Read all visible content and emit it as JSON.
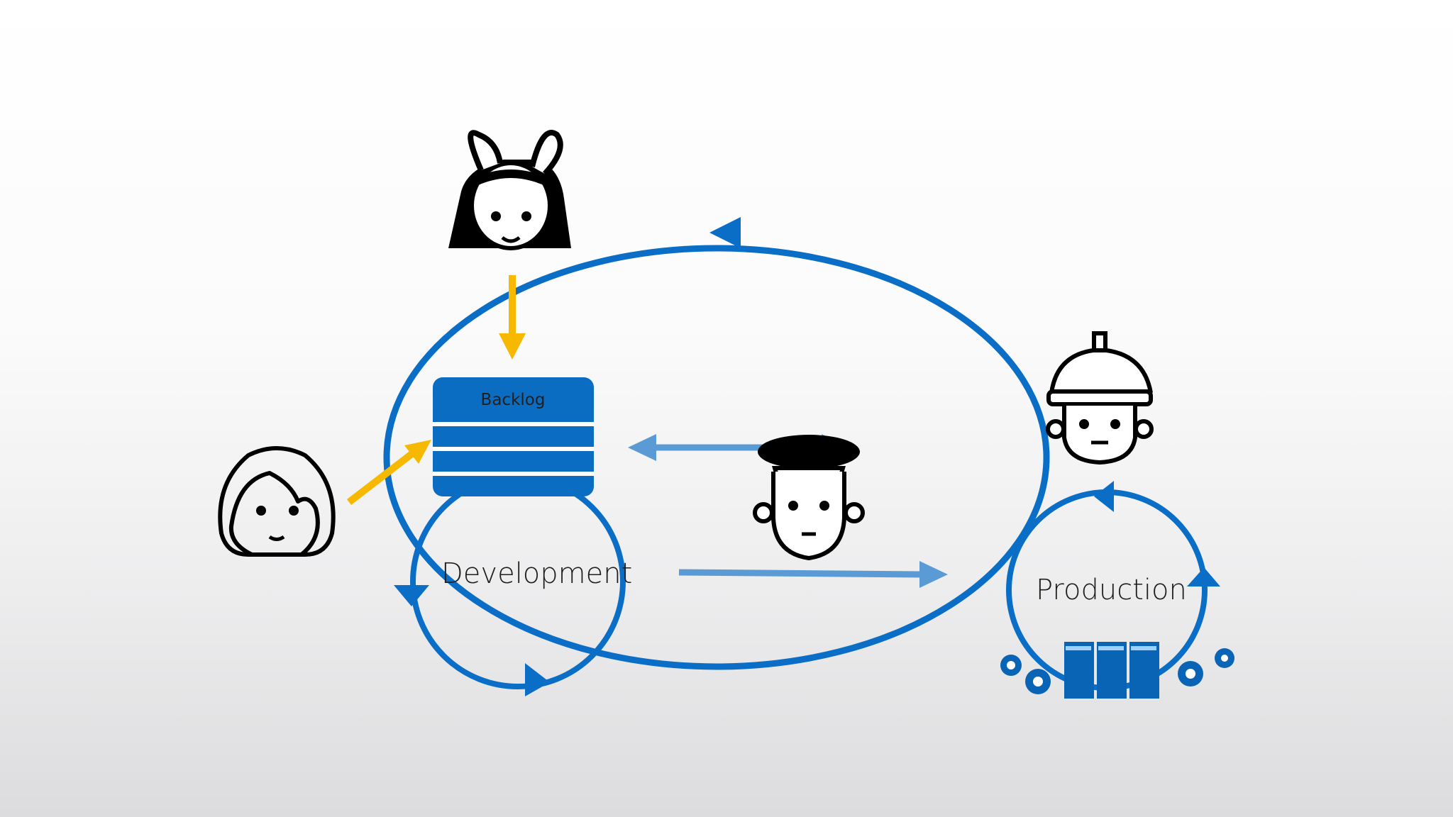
{
  "backlog": {
    "label": "Backlog"
  },
  "development": {
    "label": "Development"
  },
  "production": {
    "label": "Production"
  },
  "colors": {
    "cycle_blue": "#0a6ec6",
    "light_blue": "#5b9bd5",
    "backlog_blue": "#0a6dc2",
    "yellow": "#f7b900",
    "server_blue": "#0a64b5"
  },
  "icons": [
    "business-owner-bunny-ears-icon",
    "stakeholder-woman-icon",
    "security-officer-icon",
    "operations-engineer-hardhat-icon",
    "server-rack-icon",
    "gear-icon"
  ]
}
